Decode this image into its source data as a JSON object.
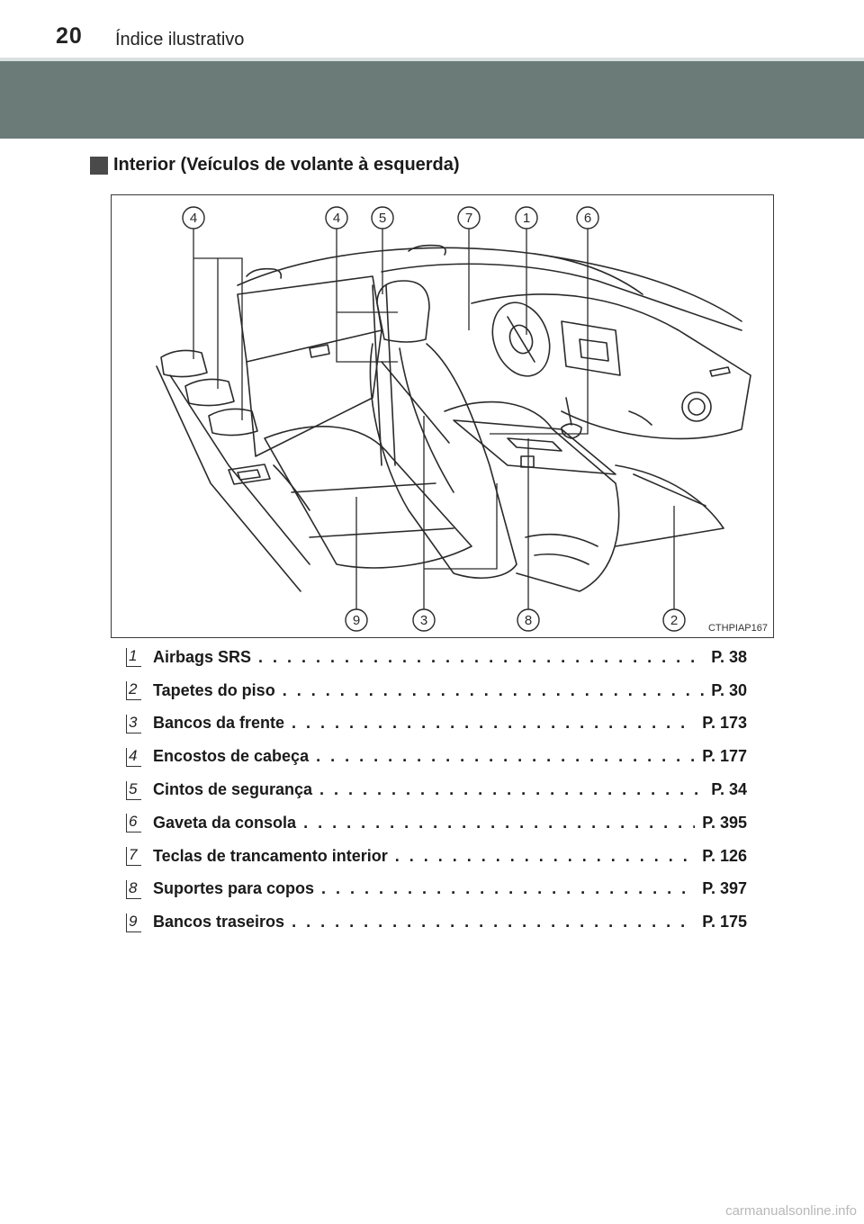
{
  "header": {
    "page_number": "20",
    "section_title": "Índice ilustrativo"
  },
  "heading": "Interior (Veículos de volante à esquerda)",
  "figure": {
    "code": "CTHPIAP167",
    "callouts_top": [
      "4",
      "4",
      "5",
      "7",
      "1",
      "6"
    ],
    "callouts_bottom": [
      "9",
      "3",
      "8",
      "2"
    ]
  },
  "legend": [
    {
      "num": "1",
      "label": "Airbags SRS",
      "page": "P. 38"
    },
    {
      "num": "2",
      "label": "Tapetes do piso",
      "page": "P. 30"
    },
    {
      "num": "3",
      "label": "Bancos da frente",
      "page": "P. 173"
    },
    {
      "num": "4",
      "label": "Encostos de cabeça",
      "page": "P. 177"
    },
    {
      "num": "5",
      "label": "Cintos de segurança",
      "page": "P. 34"
    },
    {
      "num": "6",
      "label": "Gaveta da consola",
      "page": "P. 395"
    },
    {
      "num": "7",
      "label": "Teclas de trancamento interior",
      "page": "P. 126"
    },
    {
      "num": "8",
      "label": "Suportes para copos",
      "page": "P. 397"
    },
    {
      "num": "9",
      "label": "Bancos traseiros",
      "page": "P. 175"
    }
  ],
  "watermark": "carmanualsonline.info",
  "colors": {
    "banner": "#6b7b78",
    "text": "#1a1a1a",
    "line_art": "#2a2a2a"
  }
}
